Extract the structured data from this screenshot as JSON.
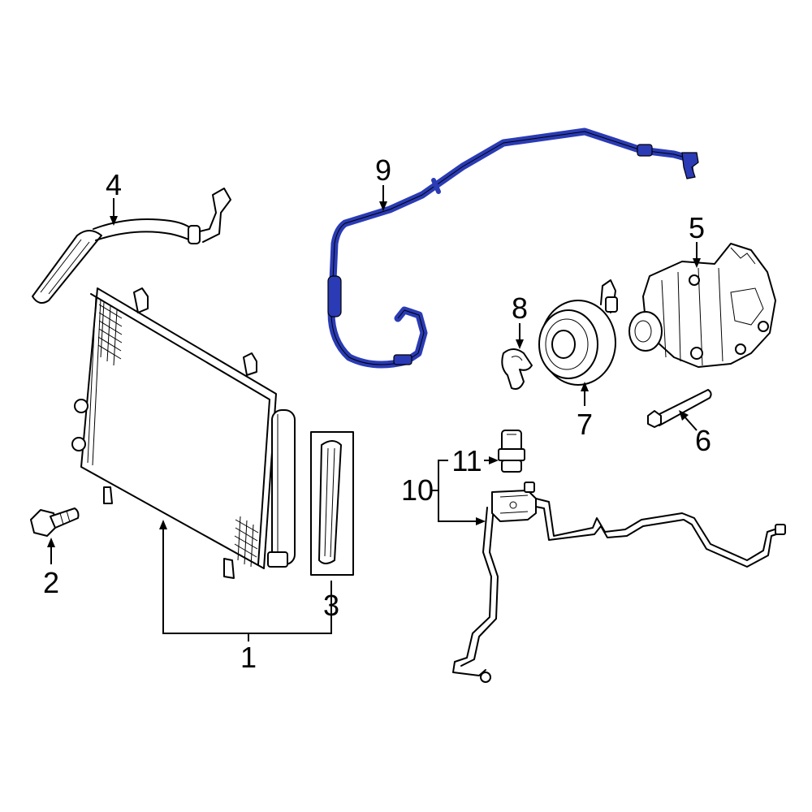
{
  "callouts": {
    "c1": "1",
    "c2": "2",
    "c3": "3",
    "c4": "4",
    "c5": "5",
    "c6": "6",
    "c7": "7",
    "c8": "8",
    "c9": "9",
    "c10": "10",
    "c11": "11"
  },
  "colors": {
    "highlight": "#2a3bb5",
    "line": "#000000",
    "background": "#ffffff"
  }
}
